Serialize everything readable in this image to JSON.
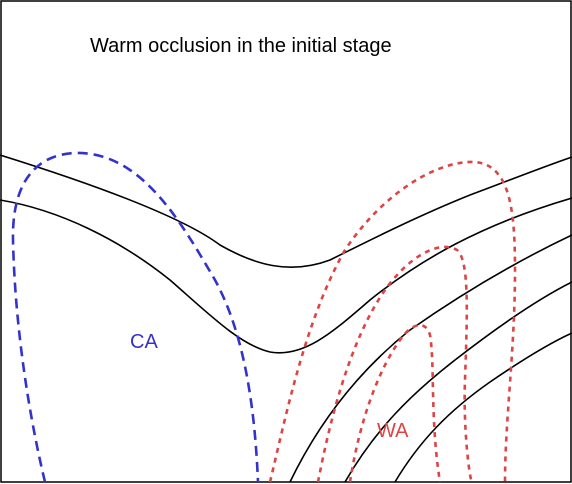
{
  "title": "Warm occlusion in the initial stage",
  "labels": {
    "cold_air": "CA",
    "warm_air": "WA"
  },
  "colors": {
    "cold_air": "#3333cc",
    "warm_air": "#dd4444",
    "isolines": "#000000"
  }
}
